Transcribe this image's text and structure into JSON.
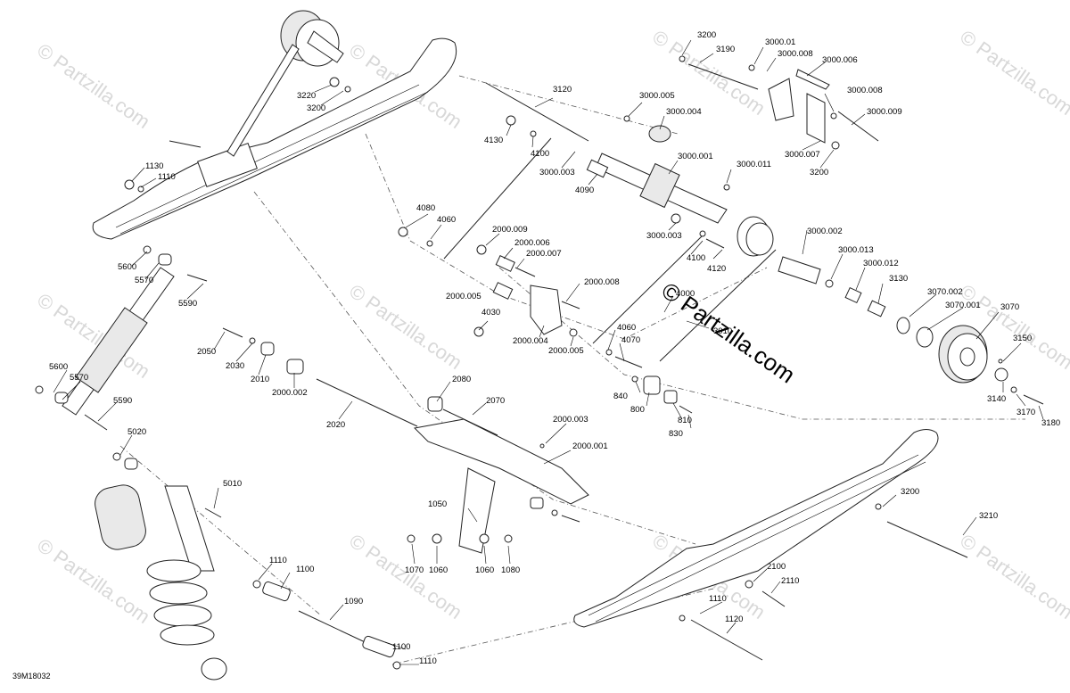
{
  "drawing_code": "39M18032",
  "watermark": "© Partzilla.com",
  "parts": {
    "p3200a": "3200",
    "p3190": "3190",
    "p3000_01": "3000.01",
    "p3000_008a": "3000.008",
    "p3000_006": "3000.006",
    "p3000_005": "3000.005",
    "p3000_004": "3000.004",
    "p3000_008b": "3000.008",
    "p3000_009": "3000.009",
    "p3000_007": "3000.007",
    "p3200b": "3200",
    "p3120": "3120",
    "p4130": "4130",
    "p4100a": "4100",
    "p3000_003a": "3000.003",
    "p3000_001": "3000.001",
    "p3000_011": "3000.011",
    "p4090": "4090",
    "p3220": "3220",
    "p3200c": "3200",
    "p1130": "1130",
    "p1110a": "1110",
    "p4080": "4080",
    "p4060a": "4060",
    "p2000_009": "2000.009",
    "p2000_006": "2000.006",
    "p2000_007": "2000.007",
    "p3000_003b": "3000.003",
    "p4100b": "4100",
    "p4120": "4120",
    "p3000_002": "3000.002",
    "p3000_013": "3000.013",
    "p3000_012": "3000.012",
    "p5600a": "5600",
    "p5570a": "5570",
    "p5590a": "5590",
    "p2000_005a": "2000.005",
    "p2000_008": "2000.008",
    "p4000": "4000",
    "p3130": "3130",
    "p3070_002": "3070.002",
    "p3070_001": "3070.001",
    "p3070": "3070",
    "p4030": "4030",
    "p3010": "3010",
    "p2000_004": "2000.004",
    "p2000_005b": "2000.005",
    "p4060b": "4060",
    "p4070": "4070",
    "p3150": "3150",
    "p2050": "2050",
    "p2030": "2030",
    "p2010": "2010",
    "p2000_002": "2000.002",
    "p5600b": "5600",
    "p5570b": "5570",
    "p5590b": "5590",
    "p2080": "2080",
    "p2070": "2070",
    "p840": "840",
    "p800": "800",
    "p810": "810",
    "p830": "830",
    "p3140": "3140",
    "p3170": "3170",
    "p3180": "3180",
    "p2020": "2020",
    "p5020": "5020",
    "p2000_003": "2000.003",
    "p2000_001": "2000.001",
    "p3200d": "3200",
    "p5010": "5010",
    "p1050": "1050",
    "p3210": "3210",
    "p1070": "1070",
    "p1060a": "1060",
    "p1060b": "1060",
    "p1080": "1080",
    "p2100": "2100",
    "p2110": "2110",
    "p1110b": "1110",
    "p1100a": "1100",
    "p1110c": "1110",
    "p1090": "1090",
    "p1120": "1120",
    "p1100b": "1100",
    "p1110d": "1110"
  }
}
